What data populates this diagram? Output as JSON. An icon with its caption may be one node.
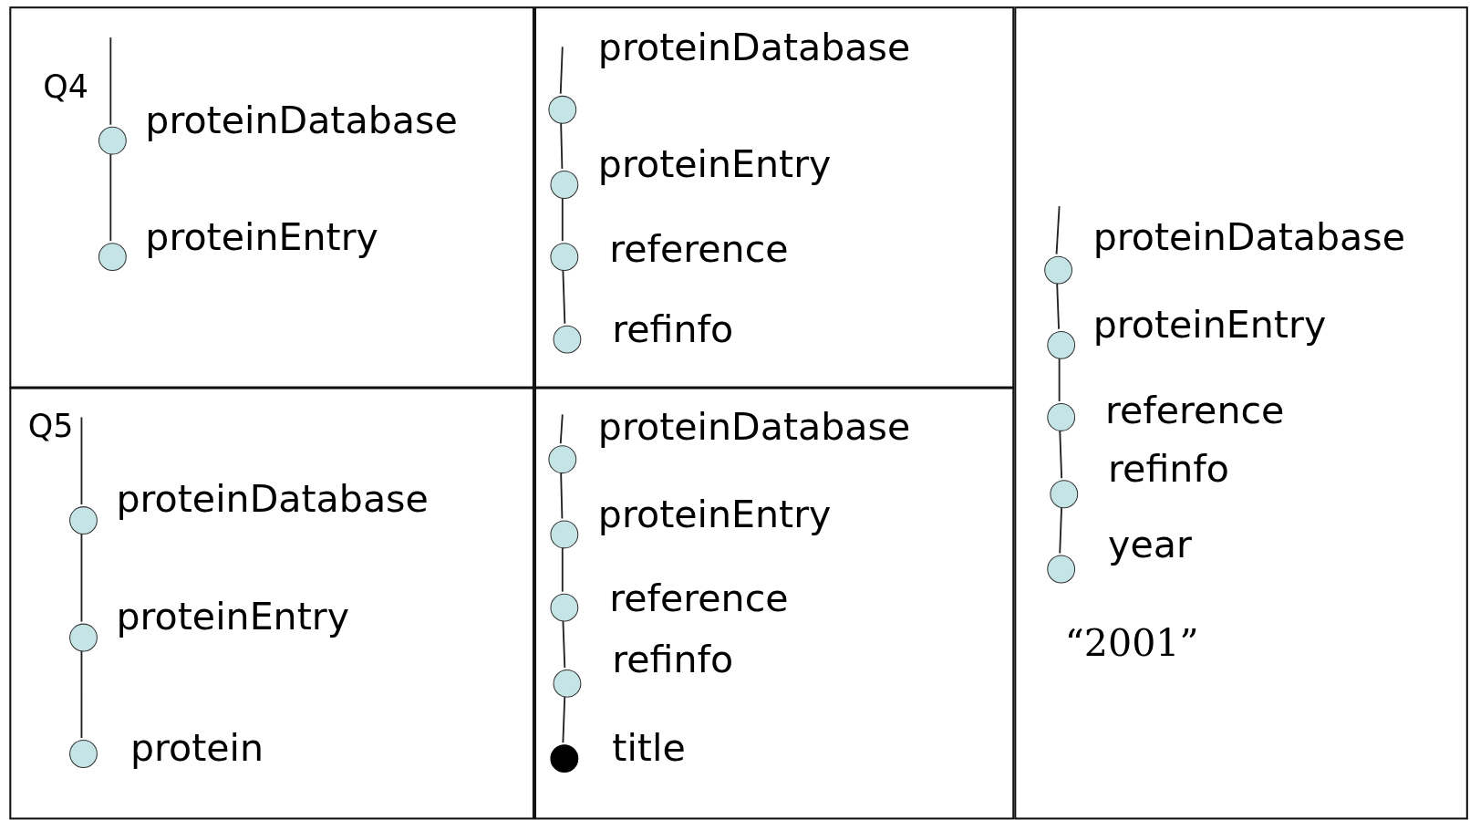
{
  "diagram": {
    "nodes": [
      {
        "text": [
          "Q4"
        ]
      },
      {
        "text": [],
        "shape": "circle",
        "beside": [
          "proteinDatabase"
        ],
        "in": 0
      },
      {
        "text": [],
        "shape": "circle",
        "beside": [
          "proteinEntry"
        ],
        "in": 0
      },
      {
        "text": [],
        "shape": "box"
      },
      {
        "text": [],
        "shape": "circle",
        "beside": [
          "proteinDatabase"
        ],
        "in": 3
      },
      {
        "text": [],
        "shape": "circle",
        "beside": [
          "proteinEntry"
        ],
        "in": 3
      },
      {
        "text": [],
        "shape": "circle",
        "beside": [
          "reference"
        ],
        "in": 3
      },
      {
        "text": [],
        "shape": "circle",
        "beside": [
          "refinfo"
        ],
        "in": 3
      },
      {
        "text": [],
        "shape": "box"
      },
      {
        "text": [],
        "shape": "circle",
        "beside": [
          "proteinDatabase"
        ],
        "in": 8
      },
      {
        "text": [],
        "shape": "circle",
        "beside": [
          "proteinEntry"
        ],
        "in": 8
      },
      {
        "text": [],
        "shape": "circle",
        "beside": [
          "reference"
        ],
        "in": 8
      },
      {
        "text": [],
        "shape": "circle",
        "beside": [
          "refinfo"
        ],
        "in": 8
      },
      {
        "text": [],
        "shape": "circle",
        "beside": [
          "year"
        ],
        "in": 8
      },
      {
        "text": [
          "Q5"
        ]
      },
      {
        "text": [],
        "shape": "circle",
        "beside": [
          "proteinDatabase"
        ],
        "in": 14
      },
      {
        "text": [],
        "shape": "circle",
        "beside": [
          "proteinEntry"
        ],
        "in": 14
      },
      {
        "text": [],
        "shape": "circle",
        "beside": [
          "protein"
        ],
        "in": 14
      },
      {
        "text": [],
        "shape": "box"
      },
      {
        "text": [],
        "shape": "circle",
        "beside": [
          "proteinDatabase"
        ],
        "in": 18
      },
      {
        "text": [],
        "shape": "circle",
        "beside": [
          "proteinEntry"
        ],
        "in": 18
      },
      {
        "text": [],
        "shape": "circle",
        "beside": [
          "reference"
        ],
        "in": 18
      },
      {
        "text": [],
        "shape": "circle",
        "beside": [
          "refinfo"
        ],
        "in": 18
      },
      {
        "text": [],
        "shape": "dot",
        "beside": [
          "title"
        ],
        "in": 18
      }
    ],
    "edges": [
      {
        "from": null,
        "to": 1,
        "arrow": "none"
      },
      {
        "from": 1,
        "to": 2,
        "arrow": "none"
      },
      {
        "from": null,
        "to": 4,
        "arrow": "none"
      },
      {
        "from": 4,
        "to": 5,
        "arrow": "none"
      },
      {
        "from": 5,
        "to": 6,
        "arrow": "none"
      },
      {
        "from": 6,
        "to": 7,
        "arrow": "none"
      },
      {
        "from": null,
        "to": 9,
        "arrow": "none"
      },
      {
        "from": 9,
        "to": 10,
        "arrow": "none"
      },
      {
        "from": 10,
        "to": 11,
        "arrow": "none"
      },
      {
        "from": 11,
        "to": 12,
        "arrow": "none"
      },
      {
        "from": 12,
        "to": 13,
        "arrow": "none"
      },
      {
        "from": null,
        "to": 15,
        "arrow": "none"
      },
      {
        "from": 15,
        "to": 16,
        "arrow": "none"
      },
      {
        "from": 16,
        "to": 17,
        "arrow": "none"
      },
      {
        "from": null,
        "to": 19,
        "arrow": "none"
      },
      {
        "from": 19,
        "to": 20,
        "arrow": "none"
      },
      {
        "from": 20,
        "to": 21,
        "arrow": "none"
      },
      {
        "from": 21,
        "to": 22,
        "arrow": "none"
      },
      {
        "from": 22,
        "to": 23,
        "arrow": "none"
      }
    ],
    "labels": [
      "“2001”"
    ]
  }
}
